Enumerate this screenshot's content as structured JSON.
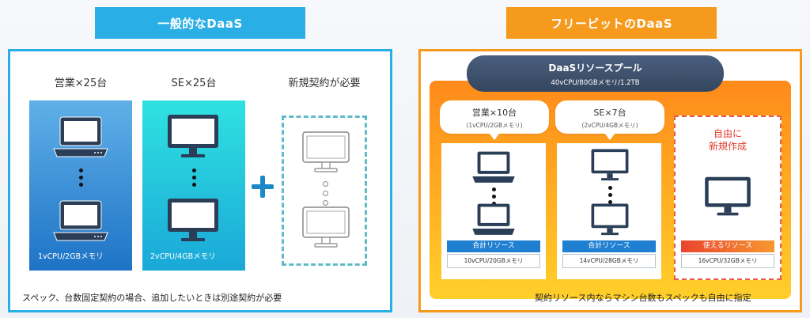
{
  "left": {
    "banner": "一般的なDaaS",
    "col1_label": "営業×25台",
    "col2_label": "SE×25台",
    "col3_label": "新規契約が必要",
    "col1_spec": "1vCPU/2GBメモリ",
    "col2_spec": "2vCPU/4GBメモリ",
    "footnote": "スペック、台数固定契約の場合、追加したいときは別途契約が必要"
  },
  "right": {
    "banner": "フリービットのDaaS",
    "pool_title": "DaaSリソースプール",
    "pool_spec": "40vCPU/80GBメモリ/1.2TB",
    "sales_bubble_title": "営業×10台",
    "sales_bubble_spec": "(1vCPU/2GBメモリ)",
    "se_bubble_title": "SE×7台",
    "se_bubble_spec": "(2vCPU/4GBメモリ)",
    "free_title_line1": "自由に",
    "free_title_line2": "新規作成",
    "sales_res_head": "合計リソース",
    "sales_res_value": "10vCPU/20GBメモリ",
    "se_res_head": "合計リソース",
    "se_res_value": "14vCPU/28GBメモリ",
    "free_res_head": "使えるリソース",
    "free_res_value": "16vCPU/32GBメモリ",
    "footnote": "契約リソース内ならマシン台数もスペックも自由に指定"
  },
  "colors": {
    "left_accent": "#2aaee6",
    "right_accent": "#f59a1c",
    "pool": "#3b4f6c",
    "free_red": "#e03a2c"
  }
}
